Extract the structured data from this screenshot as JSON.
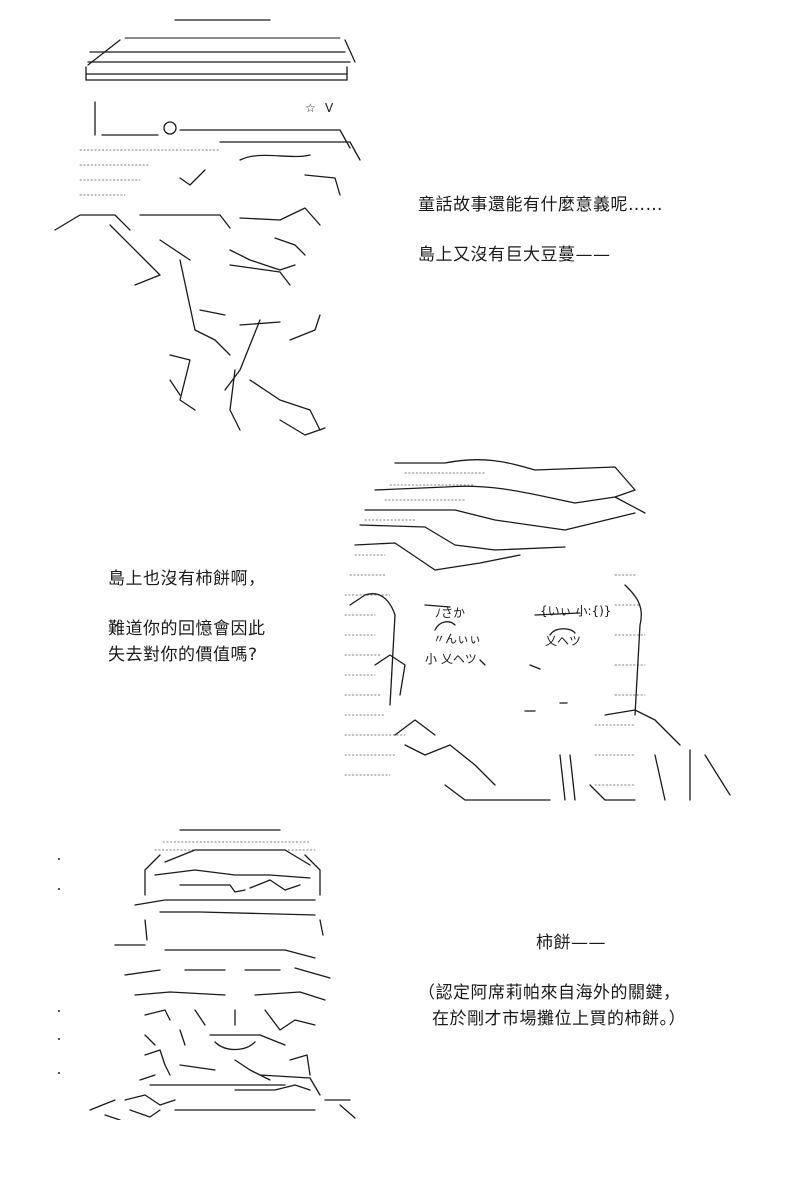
{
  "panels": [
    {
      "lines": [
        "童話故事還能有什麼意義呢……",
        "島上又沒有巨大豆蔓——"
      ]
    },
    {
      "lines": [
        "島上也沒有柿餅啊，",
        "難道你的回憶會因此",
        "失去對你的價值嗎?"
      ]
    },
    {
      "lines": [
        "柿餅——",
        "（認定阿席莉帕來自海外的關鍵，",
        "在於剛才市場攤位上買的柿餅。）"
      ]
    }
  ],
  "colors": {
    "ink": "#1a1a1a",
    "paper": "#ffffff"
  }
}
